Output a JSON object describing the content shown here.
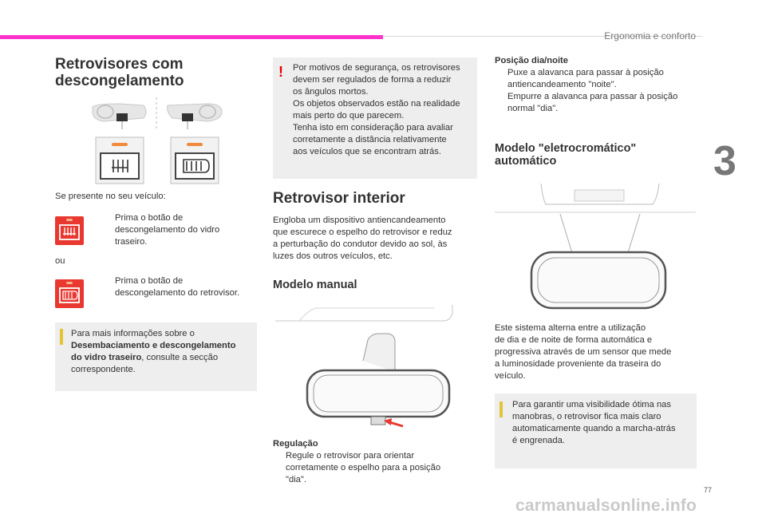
{
  "header": {
    "section": "Ergonomia e conforto",
    "chapter": "3",
    "page_number": "77"
  },
  "col1": {
    "title_line1": "Retrovisores com",
    "title_line2": "descongelamento",
    "intro": "Se presente no seu veículo:",
    "bullet1_l1": "Prima o botão de",
    "bullet1_l2": "descongelamento do vidro",
    "bullet1_l3": "traseiro.",
    "ou": "ou",
    "bullet2_l1": "Prima o botão de",
    "bullet2_l2": "descongelamento do retrovisor.",
    "info_l1": "Para mais informações sobre o",
    "info_b1": "Desembaciamento e descongelamento",
    "info_b2": "do vidro traseiro",
    "info_l3": ", consulte a secção",
    "info_l4": "correspondente."
  },
  "col2": {
    "warn_l1": "Por motivos de segurança, os retrovisores",
    "warn_l2": "devem ser regulados de forma a reduzir",
    "warn_l3": "os ângulos mortos.",
    "warn_l4": "Os objetos observados estão na realidade",
    "warn_l5": "mais perto do que parecem.",
    "warn_l6": "Tenha isto em consideração para avaliar",
    "warn_l7": "corretamente a distância relativamente",
    "warn_l8": "aos veículos que se encontram atrás.",
    "title": "Retrovisor interior",
    "p1_l1": "Engloba um dispositivo antiencandeamento",
    "p1_l2": "que escurece o espelho do retrovisor e reduz",
    "p1_l3": "a perturbação do condutor devido ao sol, às",
    "p1_l4": "luzes dos outros veículos, etc.",
    "sub_title": "Modelo manual",
    "reg_title": "Regulação",
    "reg_l1": "Regule o retrovisor para orientar",
    "reg_l2": "corretamente o espelho para a posição",
    "reg_l3": "\"dia\"."
  },
  "col3": {
    "pos_title": "Posição dia/noite",
    "pos_b1_l1": "Puxe a alavanca para passar à posição",
    "pos_b1_l2": "antiencandeamento \"noite\".",
    "pos_b2_l1": "Empurre a alavanca para passar à posição",
    "pos_b2_l2": "normal \"dia\".",
    "title_l1": "Modelo \"eletrocromático\"",
    "title_l2": "automático",
    "p_l1": "Este sistema alterna entre a utilização",
    "p_l2": "de dia e de noite de forma automática e",
    "p_l3": "progressiva através de um sensor que mede",
    "p_l4": "a luminosidade proveniente da traseira do",
    "p_l5": "veículo.",
    "info_l1": "Para garantir uma visibilidade ótima nas",
    "info_l2": "manobras, o retrovisor fica mais claro",
    "info_l3": "automaticamente quando a marcha-atrás",
    "info_l4": "é engrenada."
  },
  "bullet_glyph": "",
  "watermark": "carmanualsonline.info",
  "colors": {
    "accent": "#ff33cc",
    "button_red": "#e8382f",
    "info_yellow": "#e4c437",
    "warning_red": "#e60000",
    "box_grey": "#eeeeee"
  }
}
